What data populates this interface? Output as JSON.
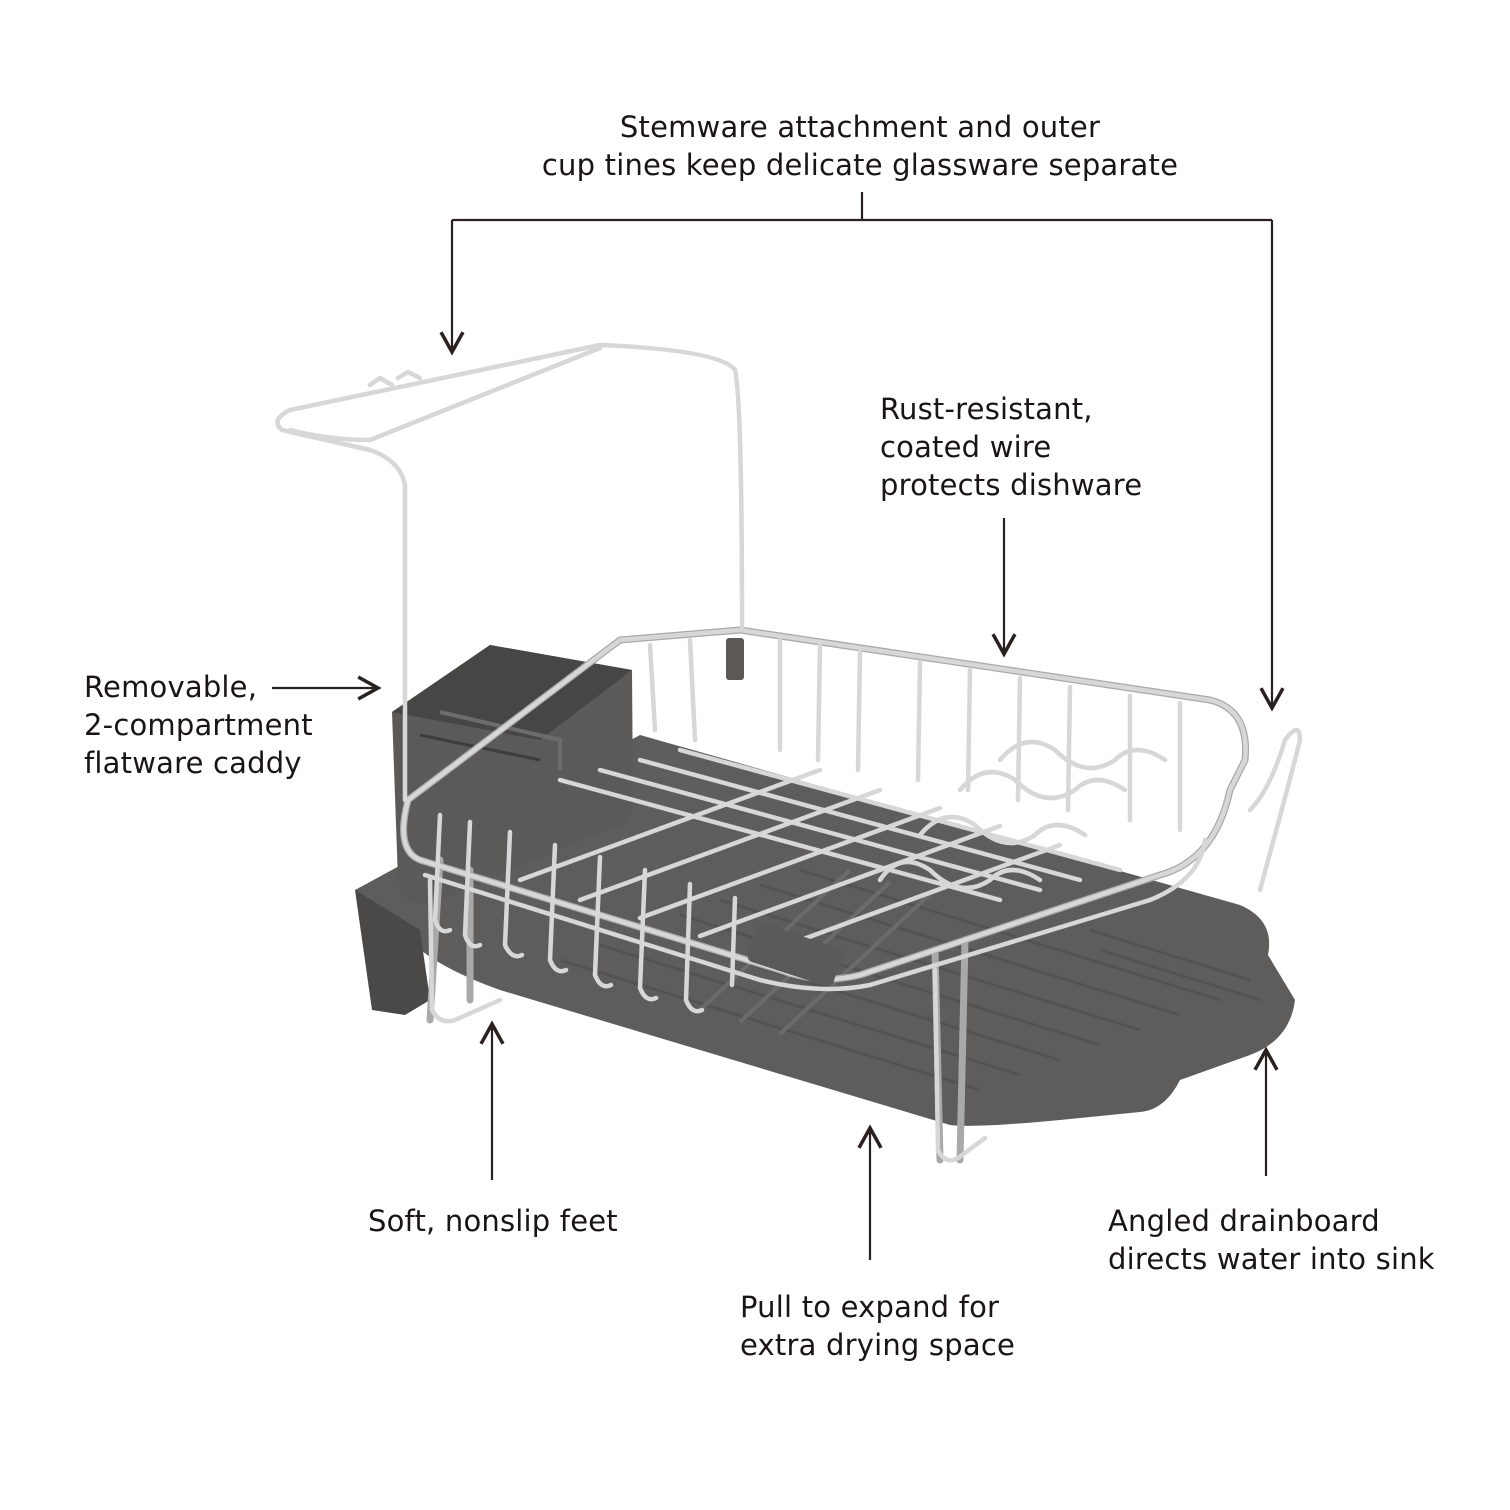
{
  "callouts": {
    "stemware": [
      "Stemware attachment and outer",
      "cup tines keep delicate glassware separate"
    ],
    "rust": [
      "Rust-resistant,",
      "coated wire",
      "protects dishware"
    ],
    "caddy": [
      "Removable,",
      "2-compartment",
      "flatware caddy"
    ],
    "feet": [
      "Soft, nonslip feet"
    ],
    "expand": [
      "Pull to expand for",
      "extra drying space"
    ],
    "drainboard": [
      "Angled drainboard",
      "directs water into sink"
    ]
  },
  "colors": {
    "text": "#1a1414",
    "leader_line": "#2a2020",
    "tray": "#5e5d5b",
    "tray_shadow": "#4a4947",
    "caddy": "#5b5a58",
    "wire": "#d7d7d7",
    "wire_edge": "#a9a9a9"
  }
}
